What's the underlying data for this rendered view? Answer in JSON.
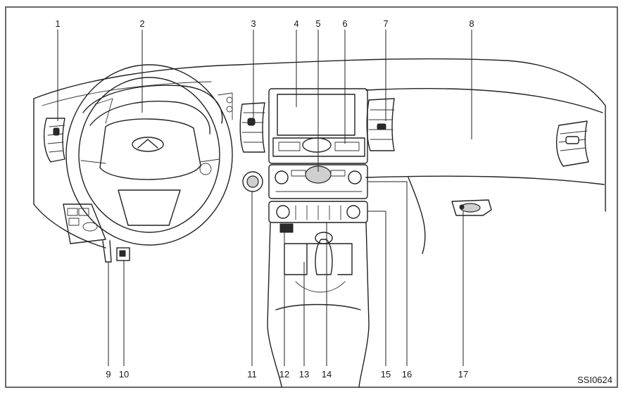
{
  "figure_code": "SSI0624",
  "callouts": {
    "c1": "1",
    "c2": "2",
    "c3": "3",
    "c4": "4",
    "c5": "5",
    "c6": "6",
    "c7": "7",
    "c8": "8",
    "c9": "9",
    "c10": "10",
    "c11": "11",
    "c12": "12",
    "c13": "13",
    "c14": "14",
    "c15": "15",
    "c16": "16",
    "c17": "17"
  },
  "colors": {
    "ink": "#222222",
    "background": "#ffffff",
    "border": "#444444"
  },
  "icons": {
    "emblem": "infiniti-logo-icon"
  }
}
